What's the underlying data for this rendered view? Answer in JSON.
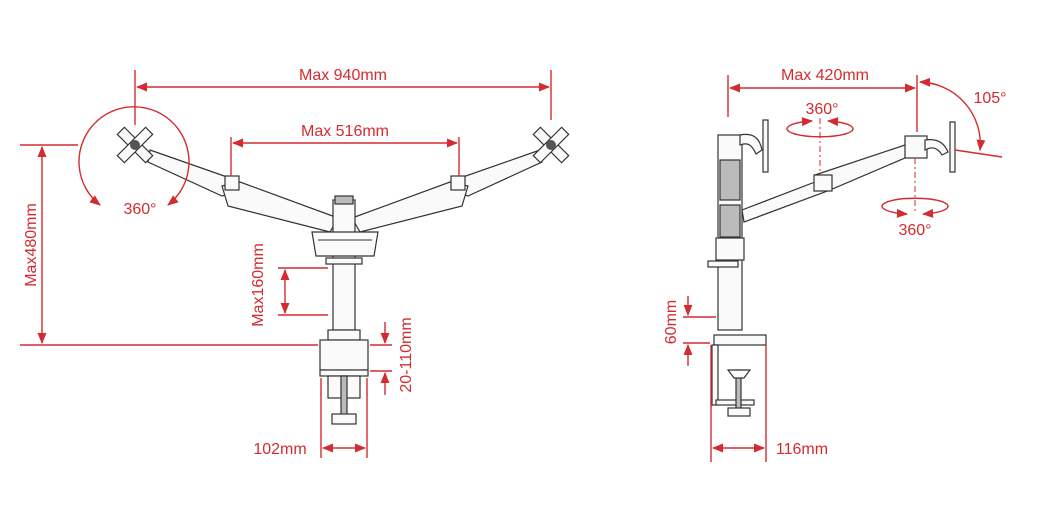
{
  "front_view": {
    "max_span": "Max 940mm",
    "arm_span": "Max 516mm",
    "rotation": "360°",
    "height": "Max480mm",
    "height_adjust": "Max160mm",
    "desk_thickness": "20-110mm",
    "clamp_width": "102mm"
  },
  "side_view": {
    "reach": "Max 420mm",
    "tilt": "105°",
    "swivel_top": "360°",
    "swivel_bottom": "360°",
    "base_height": "60mm",
    "clamp_depth": "116mm"
  },
  "colors": {
    "dimension": "#d42b30",
    "line_art": "#333333"
  }
}
